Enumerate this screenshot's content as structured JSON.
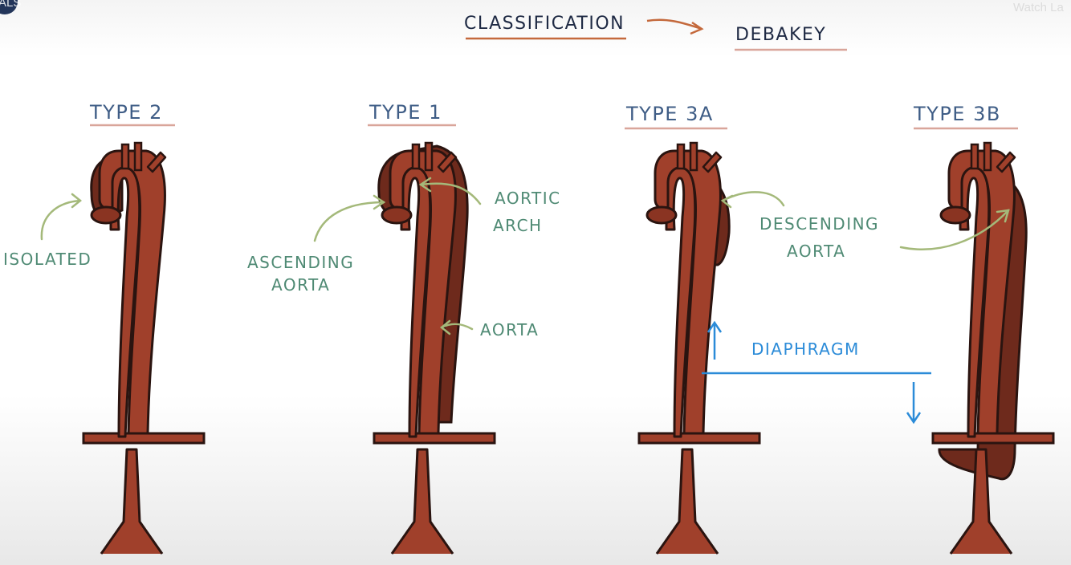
{
  "overlay": {
    "channel_badge": "ALS",
    "watch_later": "Watch La"
  },
  "header": {
    "classification": "CLASSIFICATION",
    "system": "DEBAKEY"
  },
  "types": [
    {
      "heading": "TYPE 2"
    },
    {
      "heading": "TYPE 1"
    },
    {
      "heading": "TYPE 3A"
    },
    {
      "heading": "TYPE 3B"
    }
  ],
  "labels": {
    "isolated": "ISOLATED",
    "ascending_line1": "ASCENDING",
    "ascending_line2": "AORTA",
    "aortic_line1": "AORTIC",
    "aortic_line2": "ARCH",
    "aorta": "AORTA",
    "descending_line1": "DESCENDING",
    "descending_line2": "AORTA",
    "diaphragm": "DIAPHRAGM"
  },
  "colors": {
    "aorta_fill": "#a0402b",
    "aorta_dark": "#6e2a1c",
    "outline": "#2a1410",
    "heading_underline": "#d9a59a",
    "note_green": "#4f8a74",
    "arrow_green": "#a4b97a",
    "diaphragm_blue": "#2b8bd8",
    "title_arrow": "#c4693c"
  }
}
